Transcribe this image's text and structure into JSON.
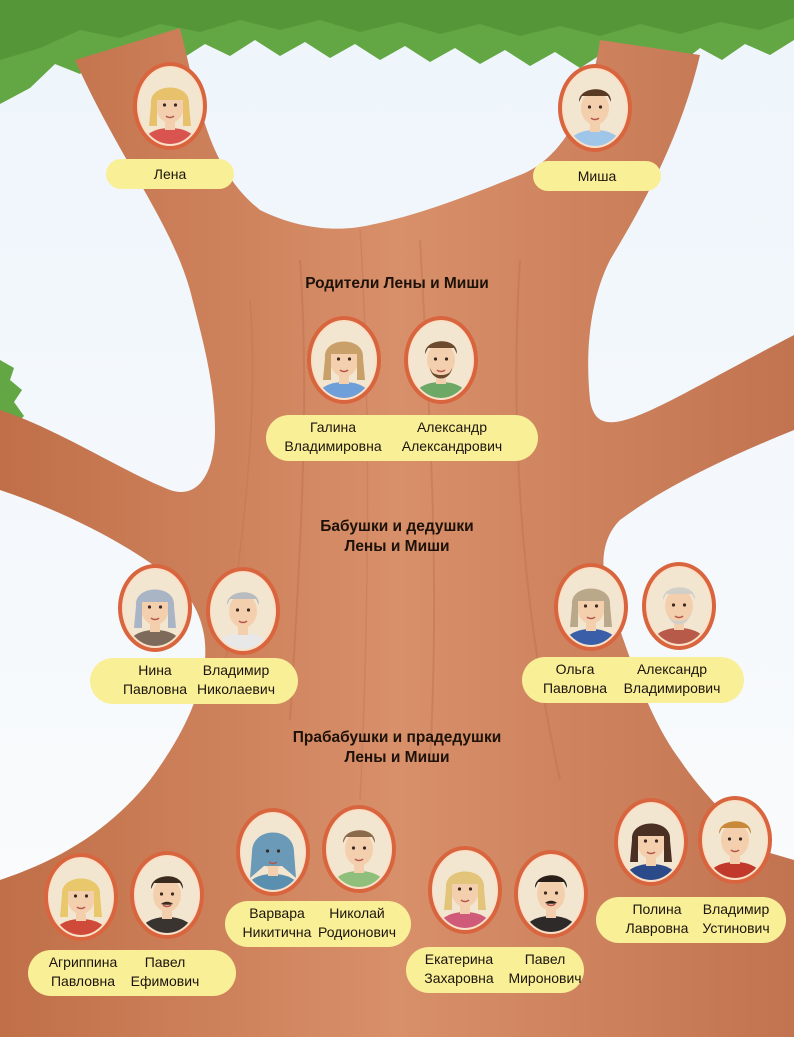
{
  "children": [
    {
      "name": "Лена",
      "hair": "#e8c26a",
      "shirt": "#d9534f",
      "gender": "f"
    },
    {
      "name": "Миша",
      "hair": "#5b3a24",
      "shirt": "#9fc6e8",
      "gender": "m"
    }
  ],
  "sections": {
    "parents": {
      "title": "Родители Лены и Миши"
    },
    "grandparents": {
      "title_line1": "Бабушки и дедушки",
      "title_line2": "Лены и Миши"
    },
    "great_grandparents": {
      "title_line1": "Прабабушки и прадедушки",
      "title_line2": "Лены и Миши"
    }
  },
  "people": {
    "galina": {
      "first": "Галина",
      "patronymic": "Владимировна",
      "hair": "#c9a06a",
      "shirt": "#6f9fd8",
      "gender": "f"
    },
    "alexander_a": {
      "first": "Александр",
      "patronymic": "Александрович",
      "hair": "#6b4a2e",
      "shirt": "#6ea866",
      "gender": "m",
      "beard": true
    },
    "nina": {
      "first": "Нина",
      "patronymic": "Павловна",
      "hair": "#a9b4c4",
      "shirt": "#7d6a5a",
      "gender": "f"
    },
    "vladimir_n": {
      "first": "Владимир",
      "patronymic": "Николаевич",
      "hair": "#b8bcc0",
      "shirt": "#e8e8e8",
      "gender": "m"
    },
    "olga": {
      "first": "Ольга",
      "patronymic": "Павловна",
      "hair": "#b9a88a",
      "shirt": "#3a5fa8",
      "gender": "f"
    },
    "alexander_v": {
      "first": "Александр",
      "patronymic": "Владимирович",
      "hair": "#d0cfc8",
      "shirt": "#b85a4a",
      "gender": "m",
      "beard": true
    },
    "agrippina": {
      "first": "Агриппина",
      "patronymic": "Павловна",
      "hair": "#e8c86a",
      "shirt": "#d04a3a",
      "gender": "f"
    },
    "pavel_e": {
      "first": "Павел",
      "patronymic": "Ефимович",
      "hair": "#3a2a20",
      "shirt": "#3a3430",
      "gender": "m",
      "mustache": true
    },
    "varvara": {
      "first": "Варвара",
      "patronymic": "Никитична",
      "hair": "#6a9ab8",
      "shirt": "#5b8fb0",
      "gender": "f",
      "scarf": true
    },
    "nikolai": {
      "first": "Николай",
      "patronymic": "Родионович",
      "hair": "#8a6a4a",
      "shirt": "#8fbf7a",
      "gender": "m"
    },
    "ekaterina": {
      "first": "Екатерина",
      "patronymic": "Захаровна",
      "hair": "#e2c47a",
      "shirt": "#d05a7a",
      "gender": "f"
    },
    "pavel_m": {
      "first": "Павел",
      "patronymic": "Миронович",
      "hair": "#2a1e18",
      "shirt": "#2e2a2a",
      "gender": "m",
      "mustache": true
    },
    "polina": {
      "first": "Полина",
      "patronymic": "Лавровна",
      "hair": "#4a3022",
      "shirt": "#2b4a8a",
      "gender": "f"
    },
    "vladimir_u": {
      "first": "Владимир",
      "patronymic": "Устинович",
      "hair": "#c88a3a",
      "shirt": "#c0392b",
      "gender": "m"
    }
  },
  "colors": {
    "trunk": "#d08458",
    "trunk_dark": "#b8694a",
    "foliage": "#62a743",
    "foliage_dark": "#4a8a30",
    "label": "#f9ef97",
    "frame": "#d9653f",
    "frame_inner": "#fbe0c8",
    "skin": "#f4cfae"
  }
}
